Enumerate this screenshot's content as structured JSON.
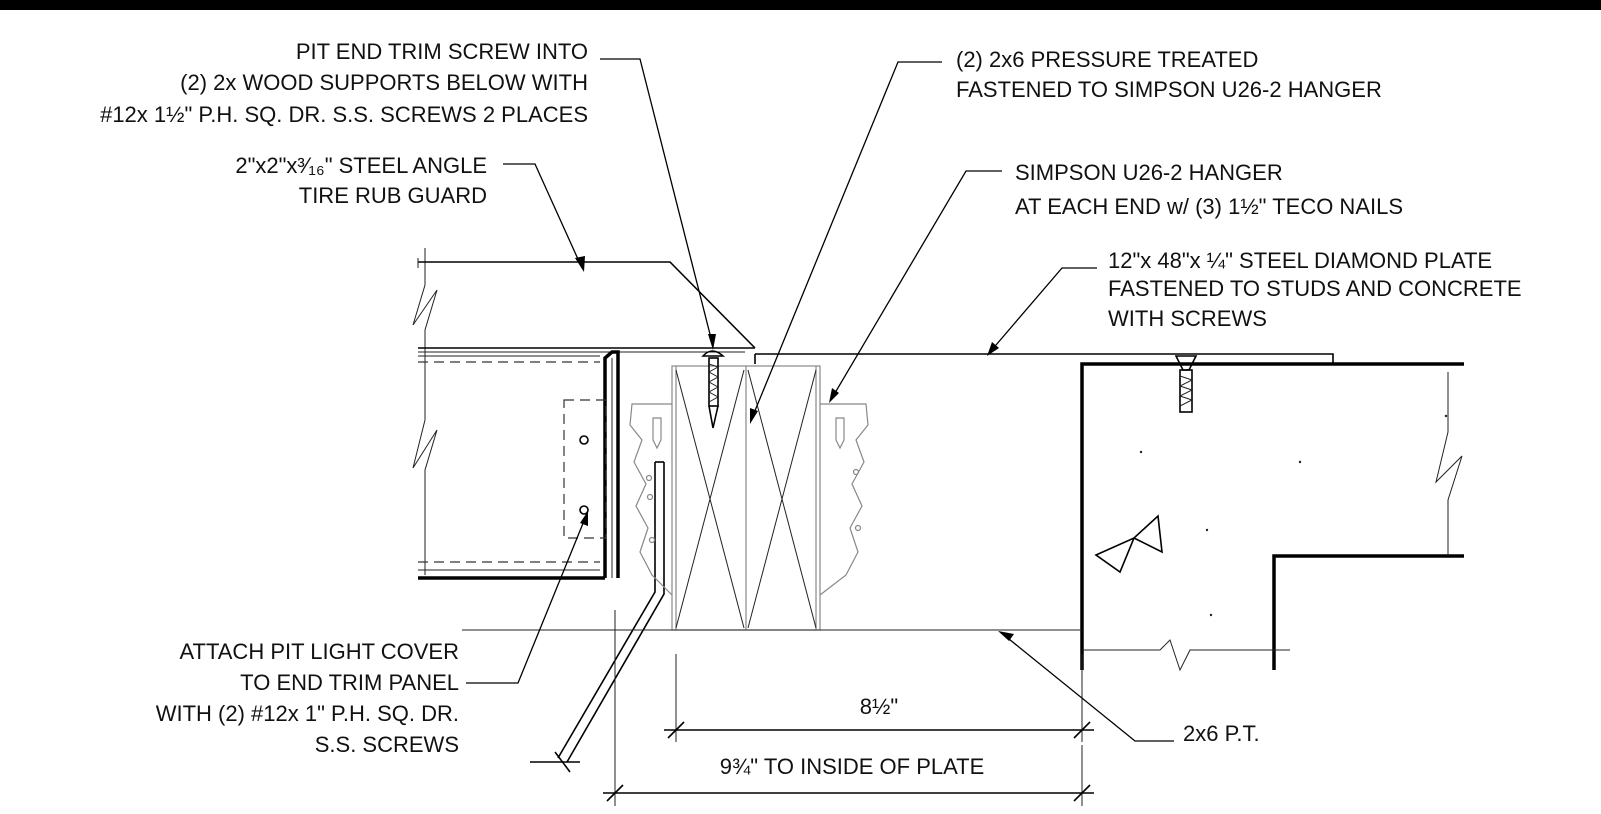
{
  "notes": {
    "screw_line1": "PIT END TRIM SCREW INTO",
    "screw_line2": "(2) 2x WOOD SUPPORTS BELOW WITH",
    "screw_line3": "#12x 1½\" P.H. SQ. DR. S.S. SCREWS 2 PLACES",
    "angle_line1": "2\"x2\"x³⁄₁₆\" STEEL ANGLE",
    "angle_line2": "TIRE RUB GUARD",
    "pt_line1": "(2) 2x6 PRESSURE TREATED",
    "pt_line2": "FASTENED TO SIMPSON U26-2 HANGER",
    "hanger_line1": "SIMPSON U26-2 HANGER",
    "hanger_line2": "AT EACH END w/ (3) 1½\" TECO NAILS",
    "plate_line1": "12\"x 48\"x ¼\" STEEL DIAMOND PLATE",
    "plate_line2": "FASTENED TO STUDS AND CONCRETE",
    "plate_line3": "WITH SCREWS",
    "light_line1": "ATTACH PIT LIGHT COVER",
    "light_line2": "TO END TRIM PANEL",
    "light_line3": "WITH (2) #12x 1\" P.H. SQ. DR.",
    "light_line4": "S.S. SCREWS",
    "wood_label": "2x6 P.T."
  },
  "dimensions": {
    "dim1_text": "8½\"",
    "dim2_text": "9¾\" TO INSIDE OF PLATE"
  }
}
